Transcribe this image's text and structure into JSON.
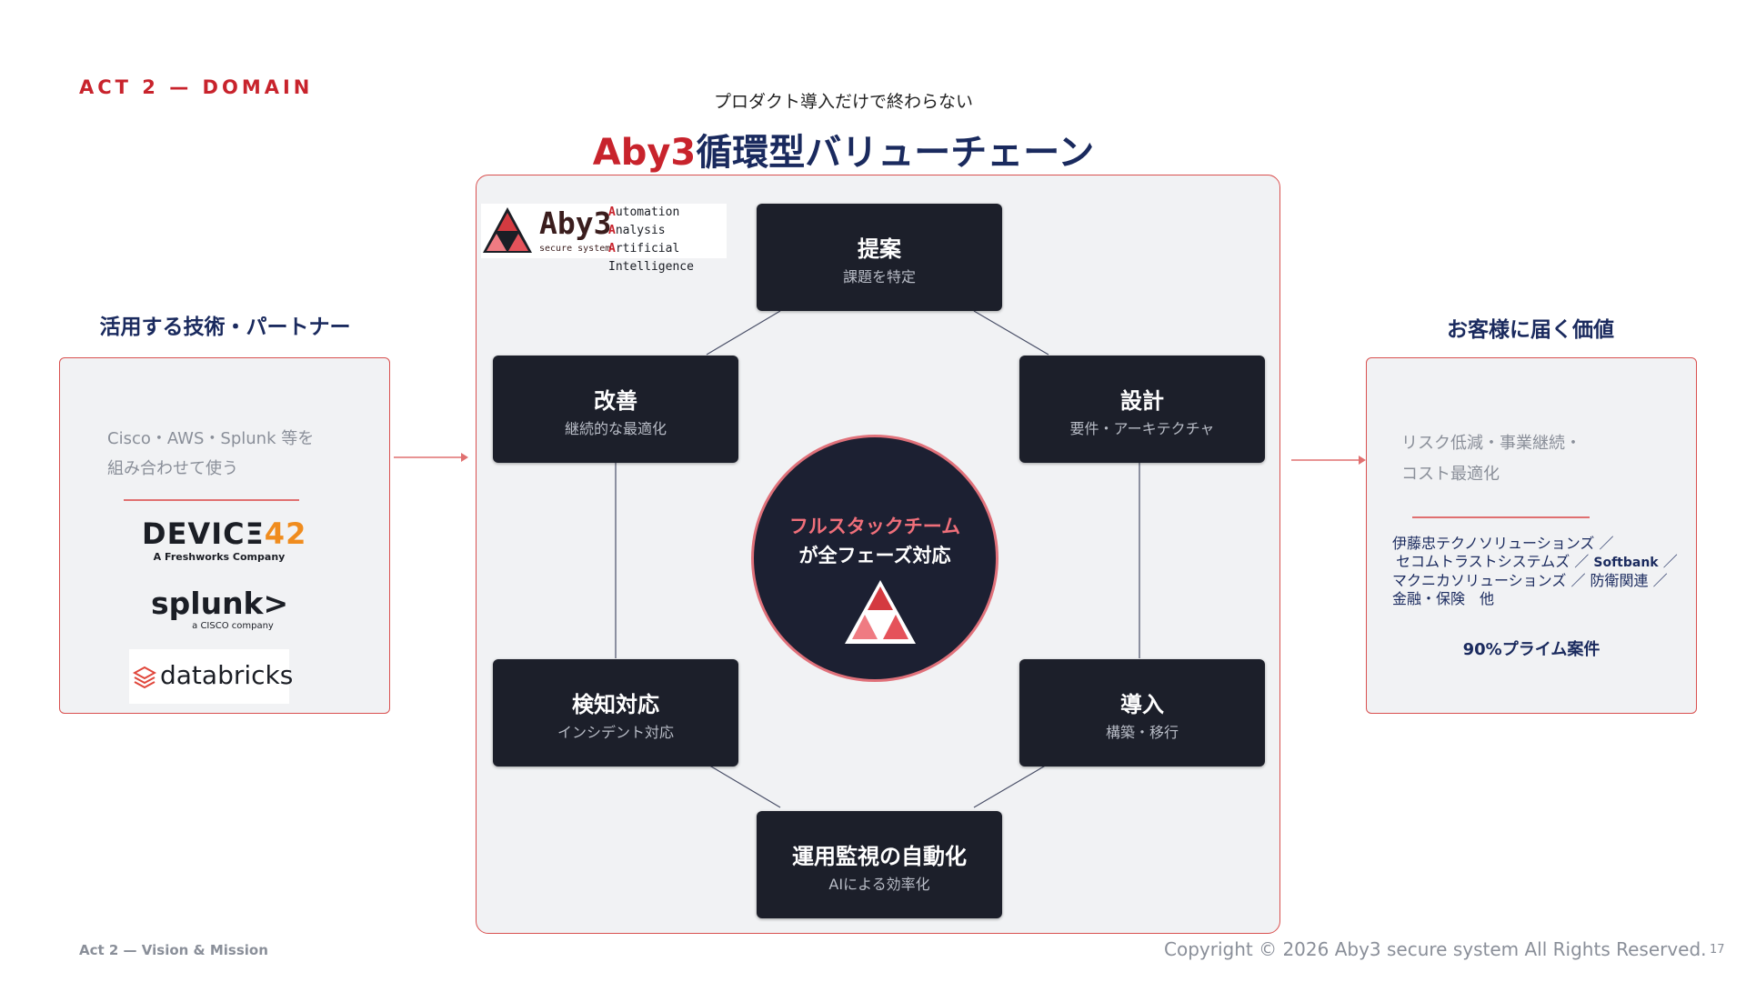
{
  "header": {
    "act_label": "ACT 2 — DOMAIN",
    "subtitle": "プロダクト導入だけで終わらない",
    "title_brand": "Aby3",
    "title_rest": "循環型バリューチェーン"
  },
  "left": {
    "heading": "活用する技術・パートナー",
    "line1": "Cisco・AWS・Splunk 等を",
    "line2": "組み合わせて使う",
    "logos": {
      "device42_a": "DEVIC",
      "device42_b": "42",
      "device42_glyph": "Ξ",
      "device42_sub": "A Freshworks Company",
      "splunk": "splunk>",
      "splunk_sub": "a CISCO company",
      "databricks": "databricks"
    }
  },
  "company_logo": {
    "word": "Aby3",
    "sub": "secure system",
    "tag1_cap": "A",
    "tag1_rest": "utomation",
    "tag2_cap": "A",
    "tag2_rest": "nalysis",
    "tag3_cap": "A",
    "tag3_rest": "rtificial Intelligence"
  },
  "cycle": {
    "nodes": [
      {
        "title": "提案",
        "sub": "課題を特定"
      },
      {
        "title": "設計",
        "sub": "要件・アーキテクチャ"
      },
      {
        "title": "導入",
        "sub": "構築・移行"
      },
      {
        "title": "運用監視の自動化",
        "sub": "AIによる効率化"
      },
      {
        "title": "検知対応",
        "sub": "インシデント対応"
      },
      {
        "title": "改善",
        "sub": "継続的な最適化"
      }
    ],
    "core_line1": "フルスタックチーム",
    "core_line2": "が全フェーズ対応"
  },
  "right": {
    "heading": "お客様に届く価値",
    "line1": "リスク低減・事業継続・",
    "line2": "コスト最適化",
    "partners_1": "伊藤忠テクノソリューションズ ／",
    "partners_2a": "セコムトラストシステムズ ／ ",
    "partners_2b": "Softbank",
    "partners_2c": " ／",
    "partners_3": "マクニカソリューションズ ／ 防衛関連 ／",
    "partners_4": "金融・保険　他",
    "prime": "90%プライム案件"
  },
  "footer": {
    "left": "Act 2 — Vision & Mission",
    "copyright": "Copyright © 2026 Aby3 secure system All Rights Reserved.",
    "page": "17"
  },
  "colors": {
    "accent_red": "#c8232c",
    "navy": "#1a2a5e",
    "node_bg": "#1c1f2a",
    "core_border": "#e0717a"
  }
}
